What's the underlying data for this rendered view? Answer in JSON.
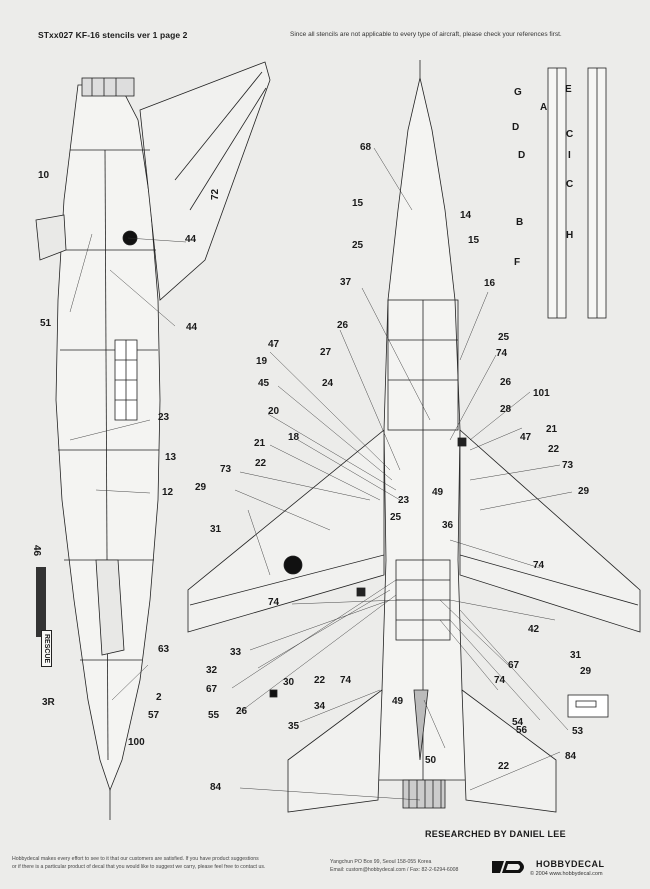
{
  "header": {
    "title": "STxx027 KF-16 stencils ver 1 page 2",
    "note": "Since all stencils are not applicable to every type of aircraft, please check your references first."
  },
  "callouts": {
    "left_view": [
      "10",
      "44",
      "72",
      "44",
      "51",
      "23",
      "13",
      "12",
      "46",
      "63",
      "2",
      "57",
      "3R",
      "100"
    ],
    "top_view": [
      "68",
      "15",
      "14",
      "25",
      "15",
      "37",
      "16",
      "26",
      "27",
      "47",
      "19",
      "45",
      "24",
      "20",
      "18",
      "21",
      "22",
      "73",
      "29",
      "31",
      "74",
      "25",
      "74",
      "26",
      "28",
      "101",
      "21",
      "47",
      "22",
      "73",
      "29",
      "23",
      "49",
      "25",
      "36",
      "74",
      "42",
      "31",
      "29",
      "33",
      "32",
      "67",
      "30",
      "22",
      "74",
      "55",
      "26",
      "34",
      "35",
      "49",
      "67",
      "74",
      "54",
      "56",
      "53",
      "50",
      "22",
      "84",
      "84"
    ],
    "side_stores": [
      "G",
      "E",
      "A",
      "C",
      "D",
      "I",
      "D",
      "C",
      "B",
      "H",
      "F"
    ]
  },
  "side_letters": [
    "G",
    "E",
    "C",
    "A",
    "D",
    "I",
    "D",
    "C",
    "B",
    "H",
    "F"
  ],
  "rescue_label": "RESCUE",
  "researched_by": "RESEARCHED BY DANIEL LEE",
  "footer": {
    "disclaimer_1": "Hobbydecal makes every effort to see to it that our customers are satisfied. If you have product suggestions",
    "disclaimer_2": "or if there is a particular product of decal that you would like to suggest we carry, please feel free to contact us.",
    "address": "Yangchun PO Box 99, Seoul 158-055 Korea",
    "email": "Email: custom@hobbydecal.com / Fax: 82-2-6294-6008",
    "brand": "HOBBYDECAL",
    "copyright": "© 2004 www.hobbydecal.com"
  }
}
